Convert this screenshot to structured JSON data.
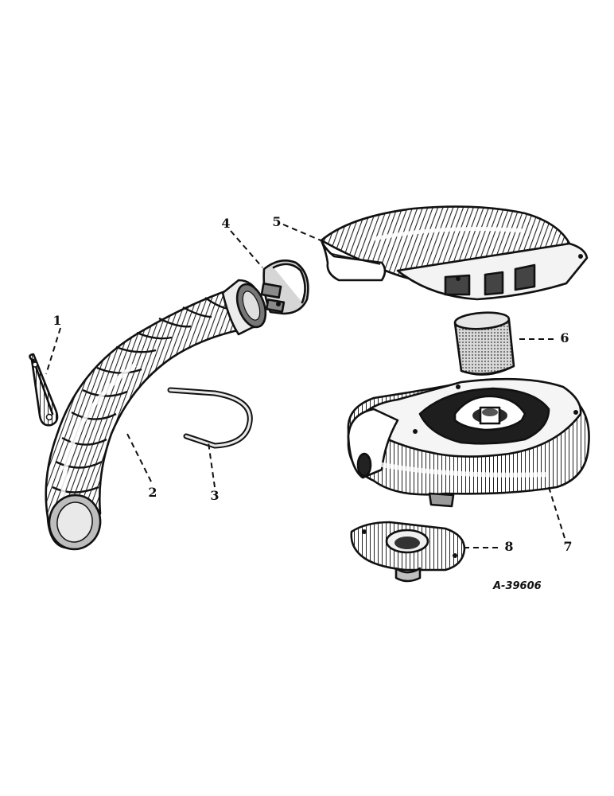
{
  "figure_ref": "A-39606",
  "callouts": [
    {
      "id": "1",
      "label": "1"
    },
    {
      "id": "2",
      "label": "2"
    },
    {
      "id": "3",
      "label": "3"
    },
    {
      "id": "4",
      "label": "4"
    },
    {
      "id": "5",
      "label": "5"
    },
    {
      "id": "6",
      "label": "6"
    },
    {
      "id": "7",
      "label": "7"
    },
    {
      "id": "8",
      "label": "8"
    }
  ],
  "parts": [
    {
      "callout": "1",
      "icon": "strap-clip-icon"
    },
    {
      "callout": "2",
      "icon": "flexible-hose-icon"
    },
    {
      "callout": "3",
      "icon": "u-bolt-icon"
    },
    {
      "callout": "4",
      "icon": "hose-clamp-icon"
    },
    {
      "callout": "5",
      "icon": "air-cleaner-cover-icon"
    },
    {
      "callout": "6",
      "icon": "screen-cylinder-icon"
    },
    {
      "callout": "7",
      "icon": "air-cleaner-body-icon"
    },
    {
      "callout": "8",
      "icon": "flange-gasket-icon"
    }
  ]
}
